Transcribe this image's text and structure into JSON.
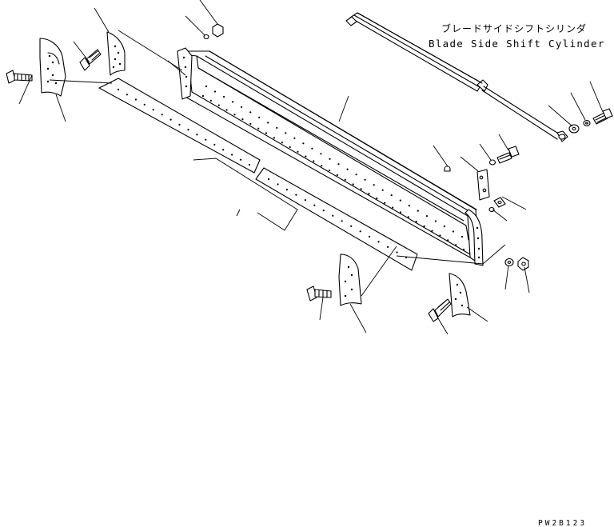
{
  "labels": {
    "cylinder_jp": "ブレードサイドシフトシリンダ",
    "cylinder_en": "Blade Side Shift Cylinder",
    "drawing_code": "PW2B123"
  }
}
